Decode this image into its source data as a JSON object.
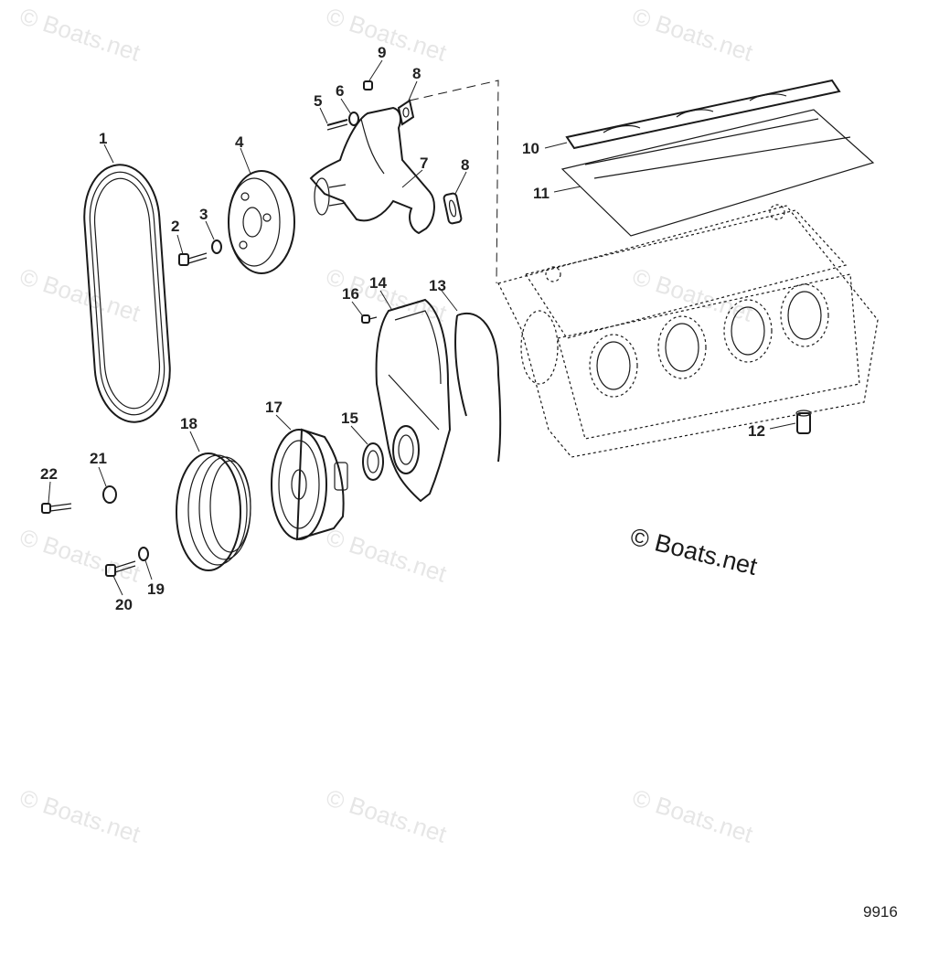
{
  "watermark": {
    "text": "© Boats.net",
    "main_text": "© Boats.net"
  },
  "figure_number": "9916",
  "callouts": {
    "c1": "1",
    "c2": "2",
    "c3": "3",
    "c4": "4",
    "c5": "5",
    "c6": "6",
    "c7": "7",
    "c8a": "8",
    "c8b": "8",
    "c9": "9",
    "c10": "10",
    "c11": "11",
    "c12": "12",
    "c13": "13",
    "c14": "14",
    "c15": "15",
    "c16": "16",
    "c17": "17",
    "c18": "18",
    "c19": "19",
    "c20": "20",
    "c21": "21",
    "c22": "22"
  }
}
